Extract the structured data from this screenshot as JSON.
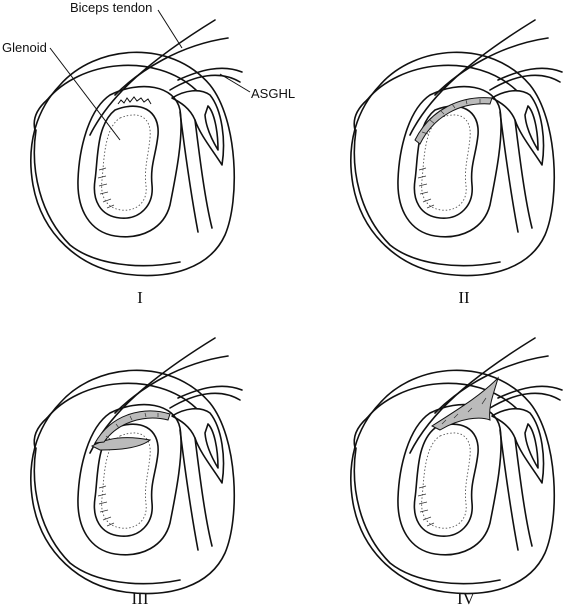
{
  "labels": {
    "biceps_tendon": "Biceps tendon",
    "glenoid": "Glenoid",
    "asghl": "ASGHL"
  },
  "panels": [
    {
      "numeral": "I",
      "tear_type": "fraying"
    },
    {
      "numeral": "II",
      "tear_type": "detachment"
    },
    {
      "numeral": "III",
      "tear_type": "bucket-handle"
    },
    {
      "numeral": "IV",
      "tear_type": "bucket-handle-into-tendon"
    }
  ],
  "colors": {
    "line": "#111111",
    "background": "#ffffff"
  }
}
